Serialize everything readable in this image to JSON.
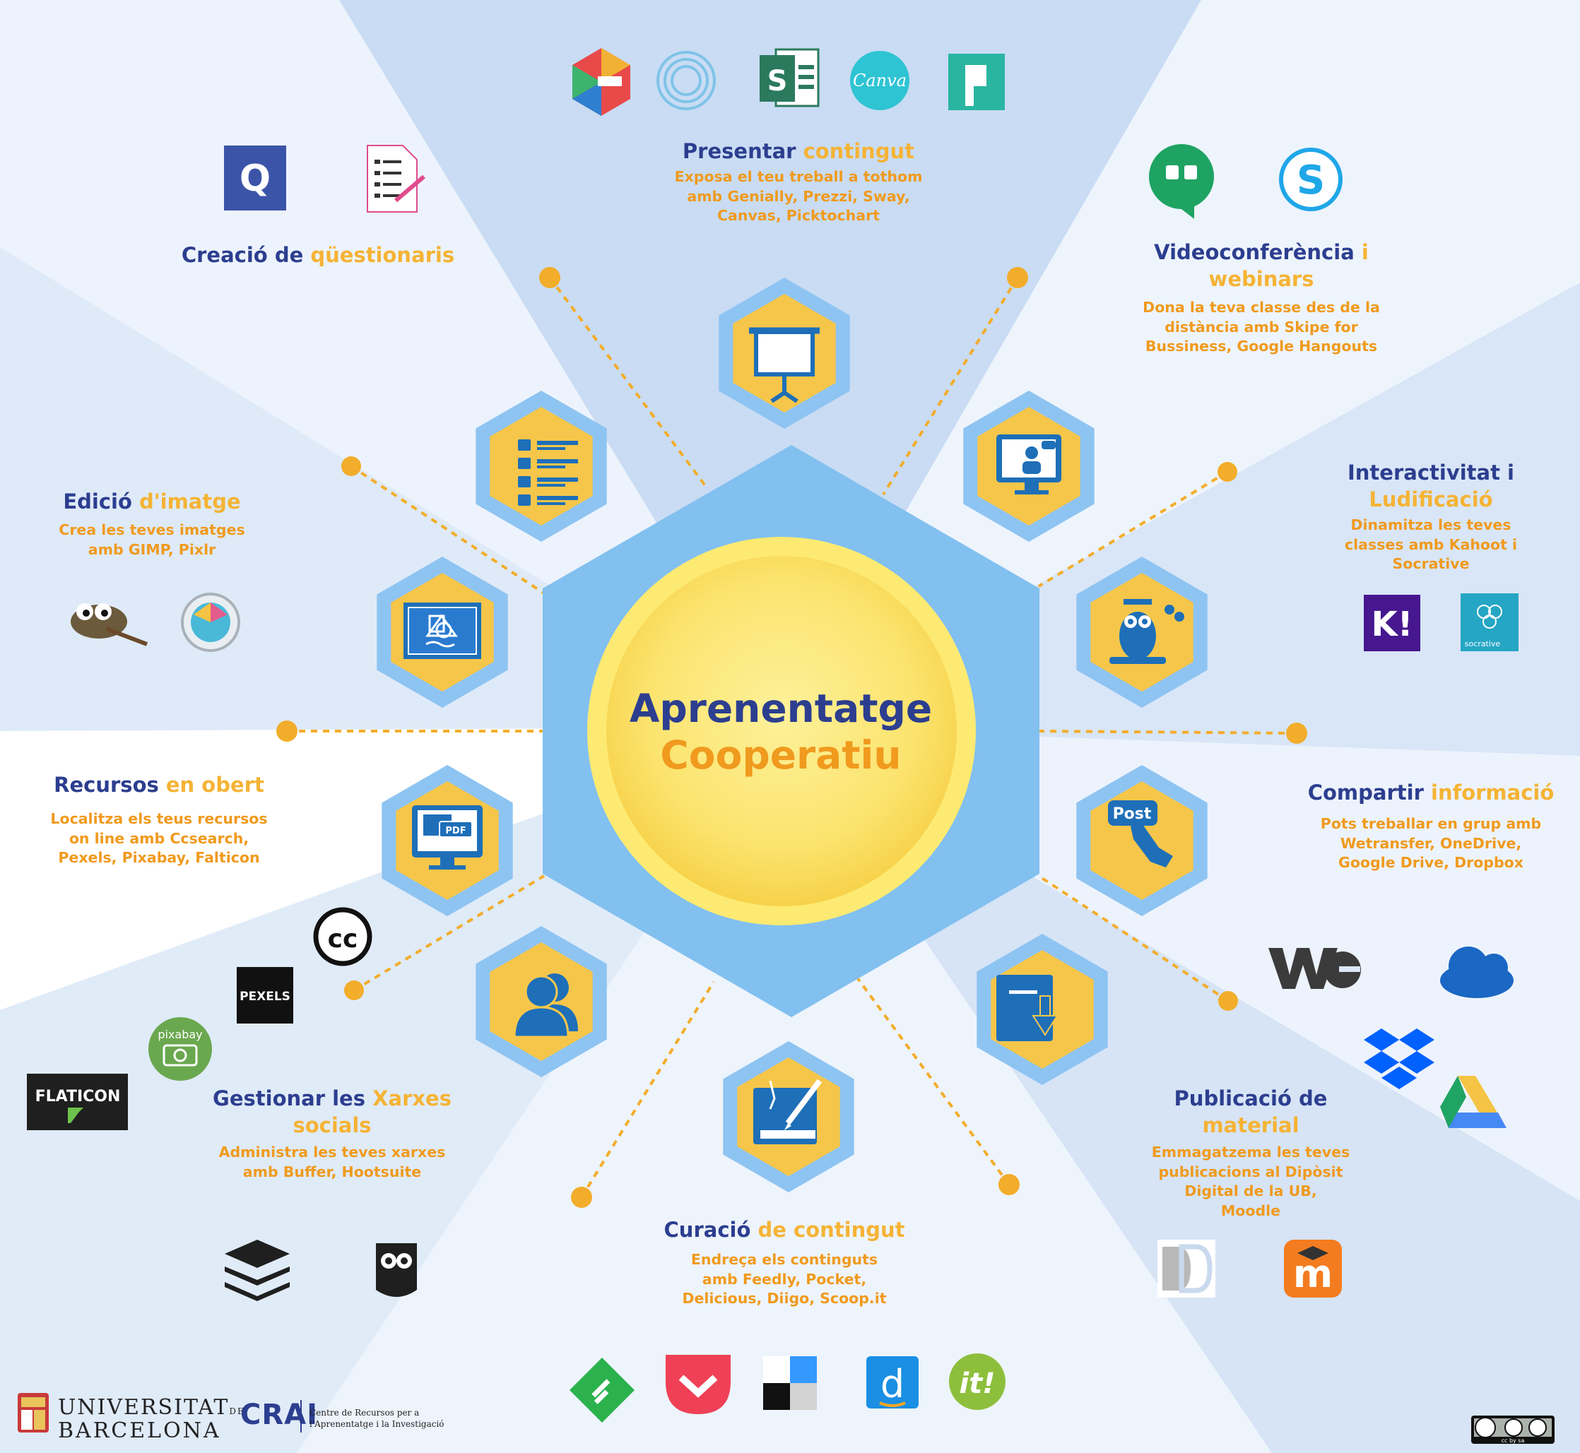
{
  "center": {
    "line1": "Aprenentatge",
    "line2": "Cooperatiu"
  },
  "sections": {
    "presentar": {
      "title_a": "Presentar",
      "title_b": "contingut",
      "desc": [
        "Exposa el teu treball a tothom",
        "amb Genially, Prezzi, Sway,",
        "Canvas,  Picktochart"
      ]
    },
    "questionaris": {
      "title_a": "Creació de",
      "title_b": "qüestionaris"
    },
    "videoconferencia": {
      "title_a": "Videoconferència",
      "title_i": "i",
      "title_b": "webinars",
      "desc": [
        "Dona la teva classe des de la",
        "distància amb Skipe for",
        "Bussiness,  Google Hangouts"
      ]
    },
    "imatge": {
      "title_a": "Edició",
      "title_b": "d'imatge",
      "desc": [
        "Crea les teves imatges",
        "amb GIMP, Pixlr"
      ]
    },
    "interactivitat": {
      "title_a": "Interactivitat i",
      "title_b": "Ludificació",
      "desc": [
        "Dinamitza les teves",
        "classes amb Kahoot i",
        "Socrative"
      ]
    },
    "recursos": {
      "title_a": "Recursos",
      "title_b": "en obert",
      "desc": [
        "Localitza els teus recursos",
        "on line amb Ccsearch,",
        "Pexels, Pixabay, Falticon"
      ]
    },
    "compartir": {
      "title_a": "Compartir",
      "title_b": "informació",
      "desc": [
        "Pots treballar en grup amb",
        "Wetransfer, OneDrive,",
        "Google Drive, Dropbox"
      ]
    },
    "xarxes": {
      "title_a": "Gestionar les",
      "title_b": "Xarxes",
      "title_c": "socials",
      "desc": [
        "Administra les teves xarxes",
        "amb Buffer, Hootsuite"
      ]
    },
    "publicacio": {
      "title_a": "Publicació de",
      "title_b": "material",
      "desc": [
        "Emmagatzema les teves",
        "publicacions al Dipòsit",
        "Digital de la UB,",
        "Moodle"
      ]
    },
    "curacio": {
      "title_a": "Curació",
      "title_b": "de contingut",
      "desc": [
        "Endreça els continguts",
        "amb Feedly, Pocket,",
        "Delicious, Diigo, Scoop.it"
      ]
    }
  },
  "logos": {
    "kahoot": "K!",
    "socrative": "socrative",
    "canva": "Canva",
    "quizlet": "Q",
    "pexels": "PEXELS",
    "pixabay": "pixabay",
    "flaticon": "FLATICON",
    "cc": "cc",
    "pdf": "PDF",
    "post": "Post",
    "moodle": "m",
    "scoop": "it!",
    "diigo": "d"
  },
  "footer": {
    "ub_line1": "UNIVERSITAT",
    "ub_de": "DE",
    "ub_line2": "BARCELONA",
    "crai": "CRAI",
    "crai_desc1": "Centre de Recursos per a",
    "crai_desc2": "l'Aprenentatge i la Investigació",
    "license": "cc by sa"
  },
  "colors": {
    "navy": "#2c3e8f",
    "orange": "#f09a1e",
    "yellow": "#f5b335",
    "hex_outer": "#8ec4f2",
    "hex_inner": "#f6c64a",
    "circle": "#fbe36d",
    "connector": "#f2ad2b"
  }
}
